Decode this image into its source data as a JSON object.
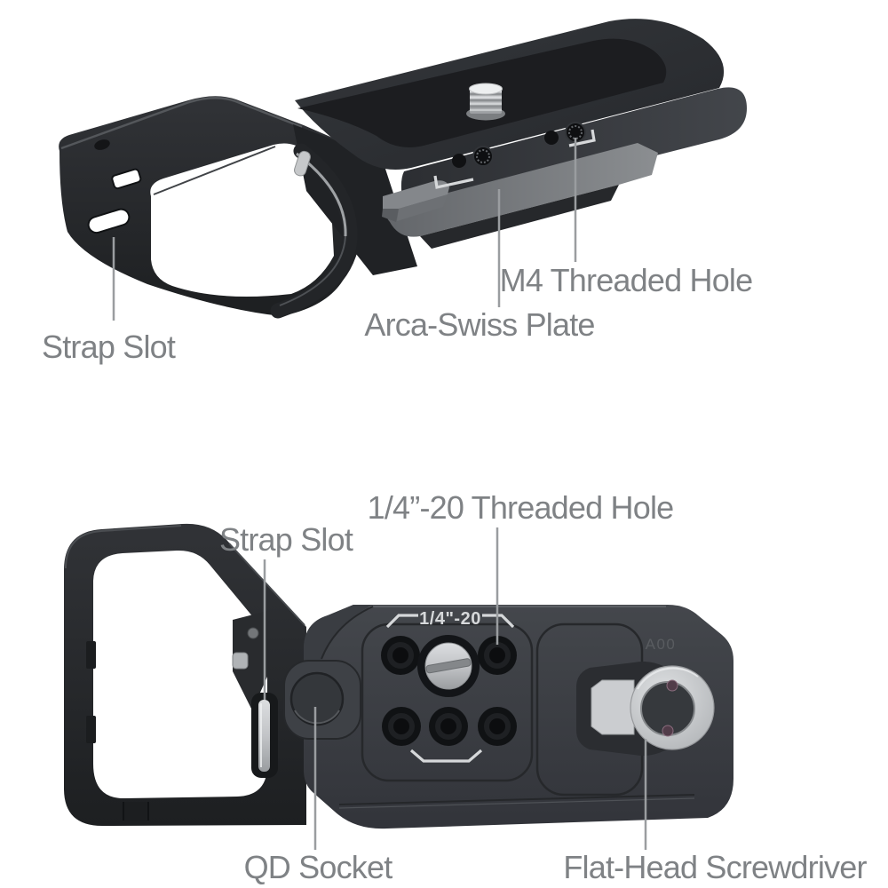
{
  "figure": {
    "type": "annotated-product-diagram",
    "background": "#ffffff",
    "label_color": "#7f8285",
    "leader_line_color": "#9a9da0",
    "engraving_color": "#d6d8da",
    "body_dark_color": "#232528",
    "body_mid_color": "#3a3d41",
    "metal_silver_color": "#c9cbce"
  },
  "top_view": {
    "callouts": [
      {
        "id": "strap-slot",
        "text": "Strap Slot"
      },
      {
        "id": "arca-swiss-plate",
        "text": "Arca-Swiss Plate"
      },
      {
        "id": "m4-threaded-hole",
        "text": "M4 Threaded Hole"
      }
    ]
  },
  "bottom_view": {
    "callouts": [
      {
        "id": "quarter-inch-20-threaded-hole",
        "text": "1/4”-20 Threaded Hole"
      },
      {
        "id": "strap-slot",
        "text": "Strap Slot"
      },
      {
        "id": "qd-socket",
        "text": "QD Socket"
      },
      {
        "id": "flat-head-screwdriver",
        "text": "Flat-Head Screwdriver"
      }
    ],
    "engravings": [
      {
        "id": "thread-spec",
        "text": "1/4\"-20"
      },
      {
        "id": "model-code",
        "text": "A00"
      }
    ]
  }
}
